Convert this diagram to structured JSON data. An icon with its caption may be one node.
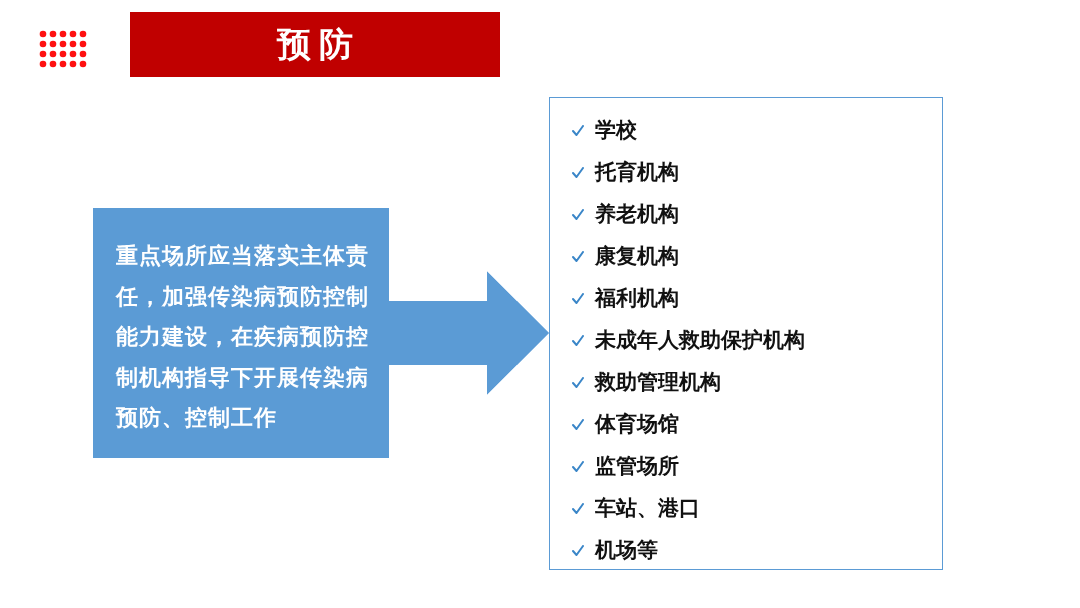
{
  "diagram": {
    "title": "预防",
    "nodes": [
      {
        "text": [
          "重点场所应当落实主体责任，加强传染病预防控制能力建设，在疾病预防控制机构指导下开展传染病预防、控制工作"
        ]
      },
      {
        "text": [
          "学校",
          "托育机构",
          "养老机构",
          "康复机构",
          "福利机构",
          "未成年人救助保护机构",
          "救助管理机构",
          "体育场馆",
          "监管场所",
          "车站、港口",
          "机场等"
        ]
      }
    ],
    "edges": [
      {
        "from": 0,
        "to": 1,
        "arrow": "to"
      }
    ]
  }
}
